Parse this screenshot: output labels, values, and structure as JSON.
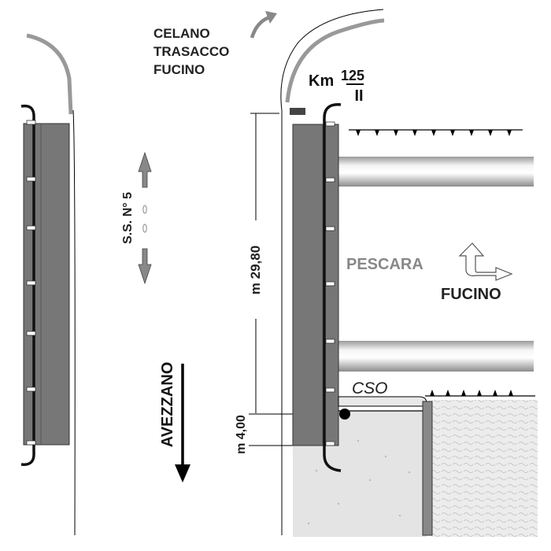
{
  "labels": {
    "dest_line1": "CELANO",
    "dest_line2": "TRASACCO",
    "dest_line3": "FUCINO",
    "km_prefix": "Km",
    "km_number": "125",
    "km_roman": "II",
    "road": "S.S. N° 5",
    "pescara": "PESCARA",
    "fucino": "FUCINO",
    "cso": "CSO",
    "avezzano": "AVEZZANO",
    "length": "m 29,80",
    "width": "m 4,00"
  },
  "icons": [
    "curved-arrow-icon",
    "double-arrow-icon",
    "down-arrow-icon",
    "split-arrow-icon",
    "marker-dot-icon"
  ],
  "colors": {
    "deck": "#777777",
    "road_edge": "#999999",
    "kerb": "#111111",
    "pipe_light": "#f2f2f2",
    "pipe_dark": "#9a9a9a",
    "land_fill": "#e4e4e4",
    "text": "#222222",
    "text_grey": "#888888"
  }
}
